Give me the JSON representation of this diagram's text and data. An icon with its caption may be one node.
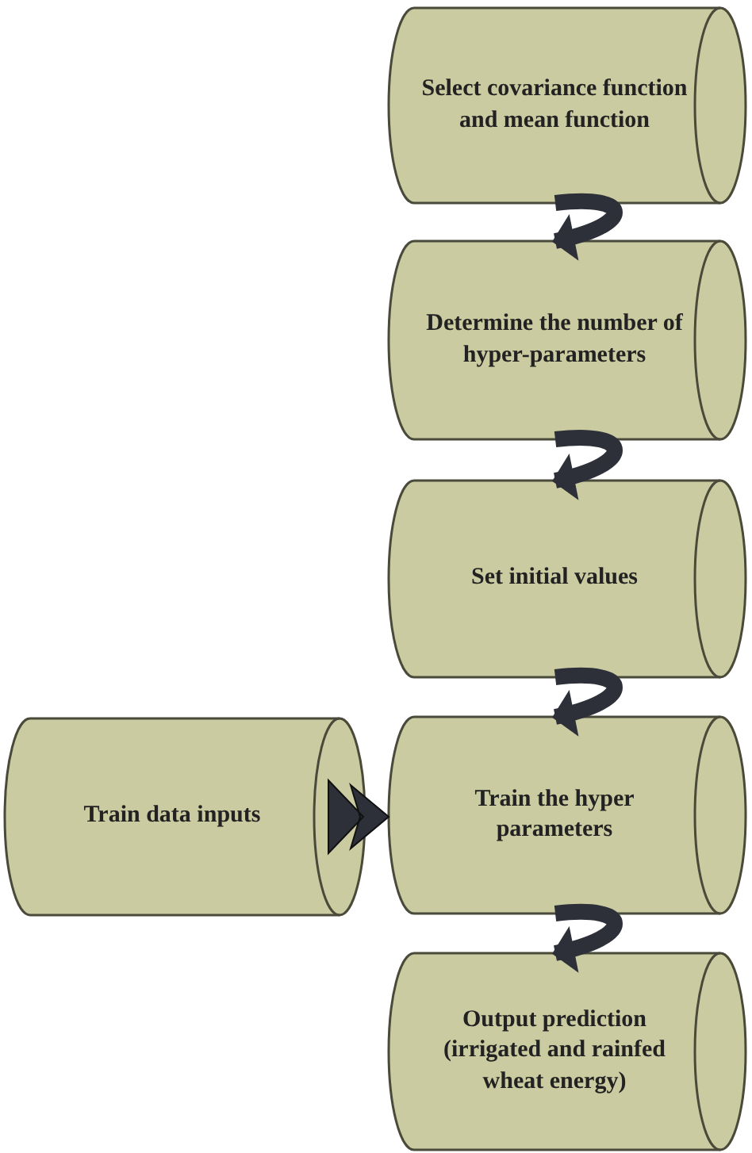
{
  "diagram": {
    "nodes": [
      {
        "text": [
          "Select covariance function and mean function"
        ]
      },
      {
        "text": [
          "Determine the number of hyper-parameters"
        ]
      },
      {
        "text": [
          "Set initial values"
        ]
      },
      {
        "text": [
          "Train data inputs"
        ]
      },
      {
        "text": [
          "Train the hyper parameters"
        ]
      },
      {
        "text": [
          "Output prediction (irrigated and rainfed wheat energy)"
        ]
      }
    ],
    "edges": [
      {
        "from": 0,
        "to": 1,
        "arrow": "to"
      },
      {
        "from": 1,
        "to": 2,
        "arrow": "to"
      },
      {
        "from": 2,
        "to": 4,
        "arrow": "to"
      },
      {
        "from": 3,
        "to": 4,
        "arrow": "to"
      },
      {
        "from": 4,
        "to": 5,
        "arrow": "to"
      }
    ]
  }
}
